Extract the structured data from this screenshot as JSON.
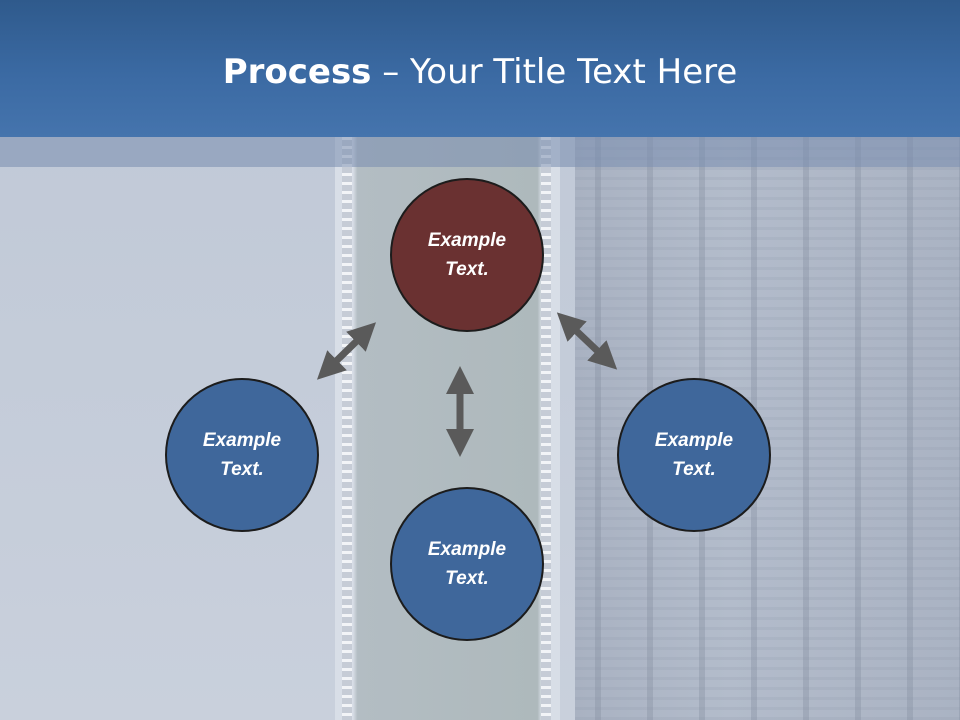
{
  "title": {
    "bold": "Process",
    "rest": " – Your Title Text Here"
  },
  "nodes": {
    "top": "Example Text.",
    "left": "Example Text.",
    "right": "Example Text.",
    "bottom": "Example Text."
  },
  "colors": {
    "title_bar": "#3b6aa3",
    "node_highlight": "#6a3131",
    "node_default": "#3f679b",
    "arrow": "#5a5a5a"
  }
}
